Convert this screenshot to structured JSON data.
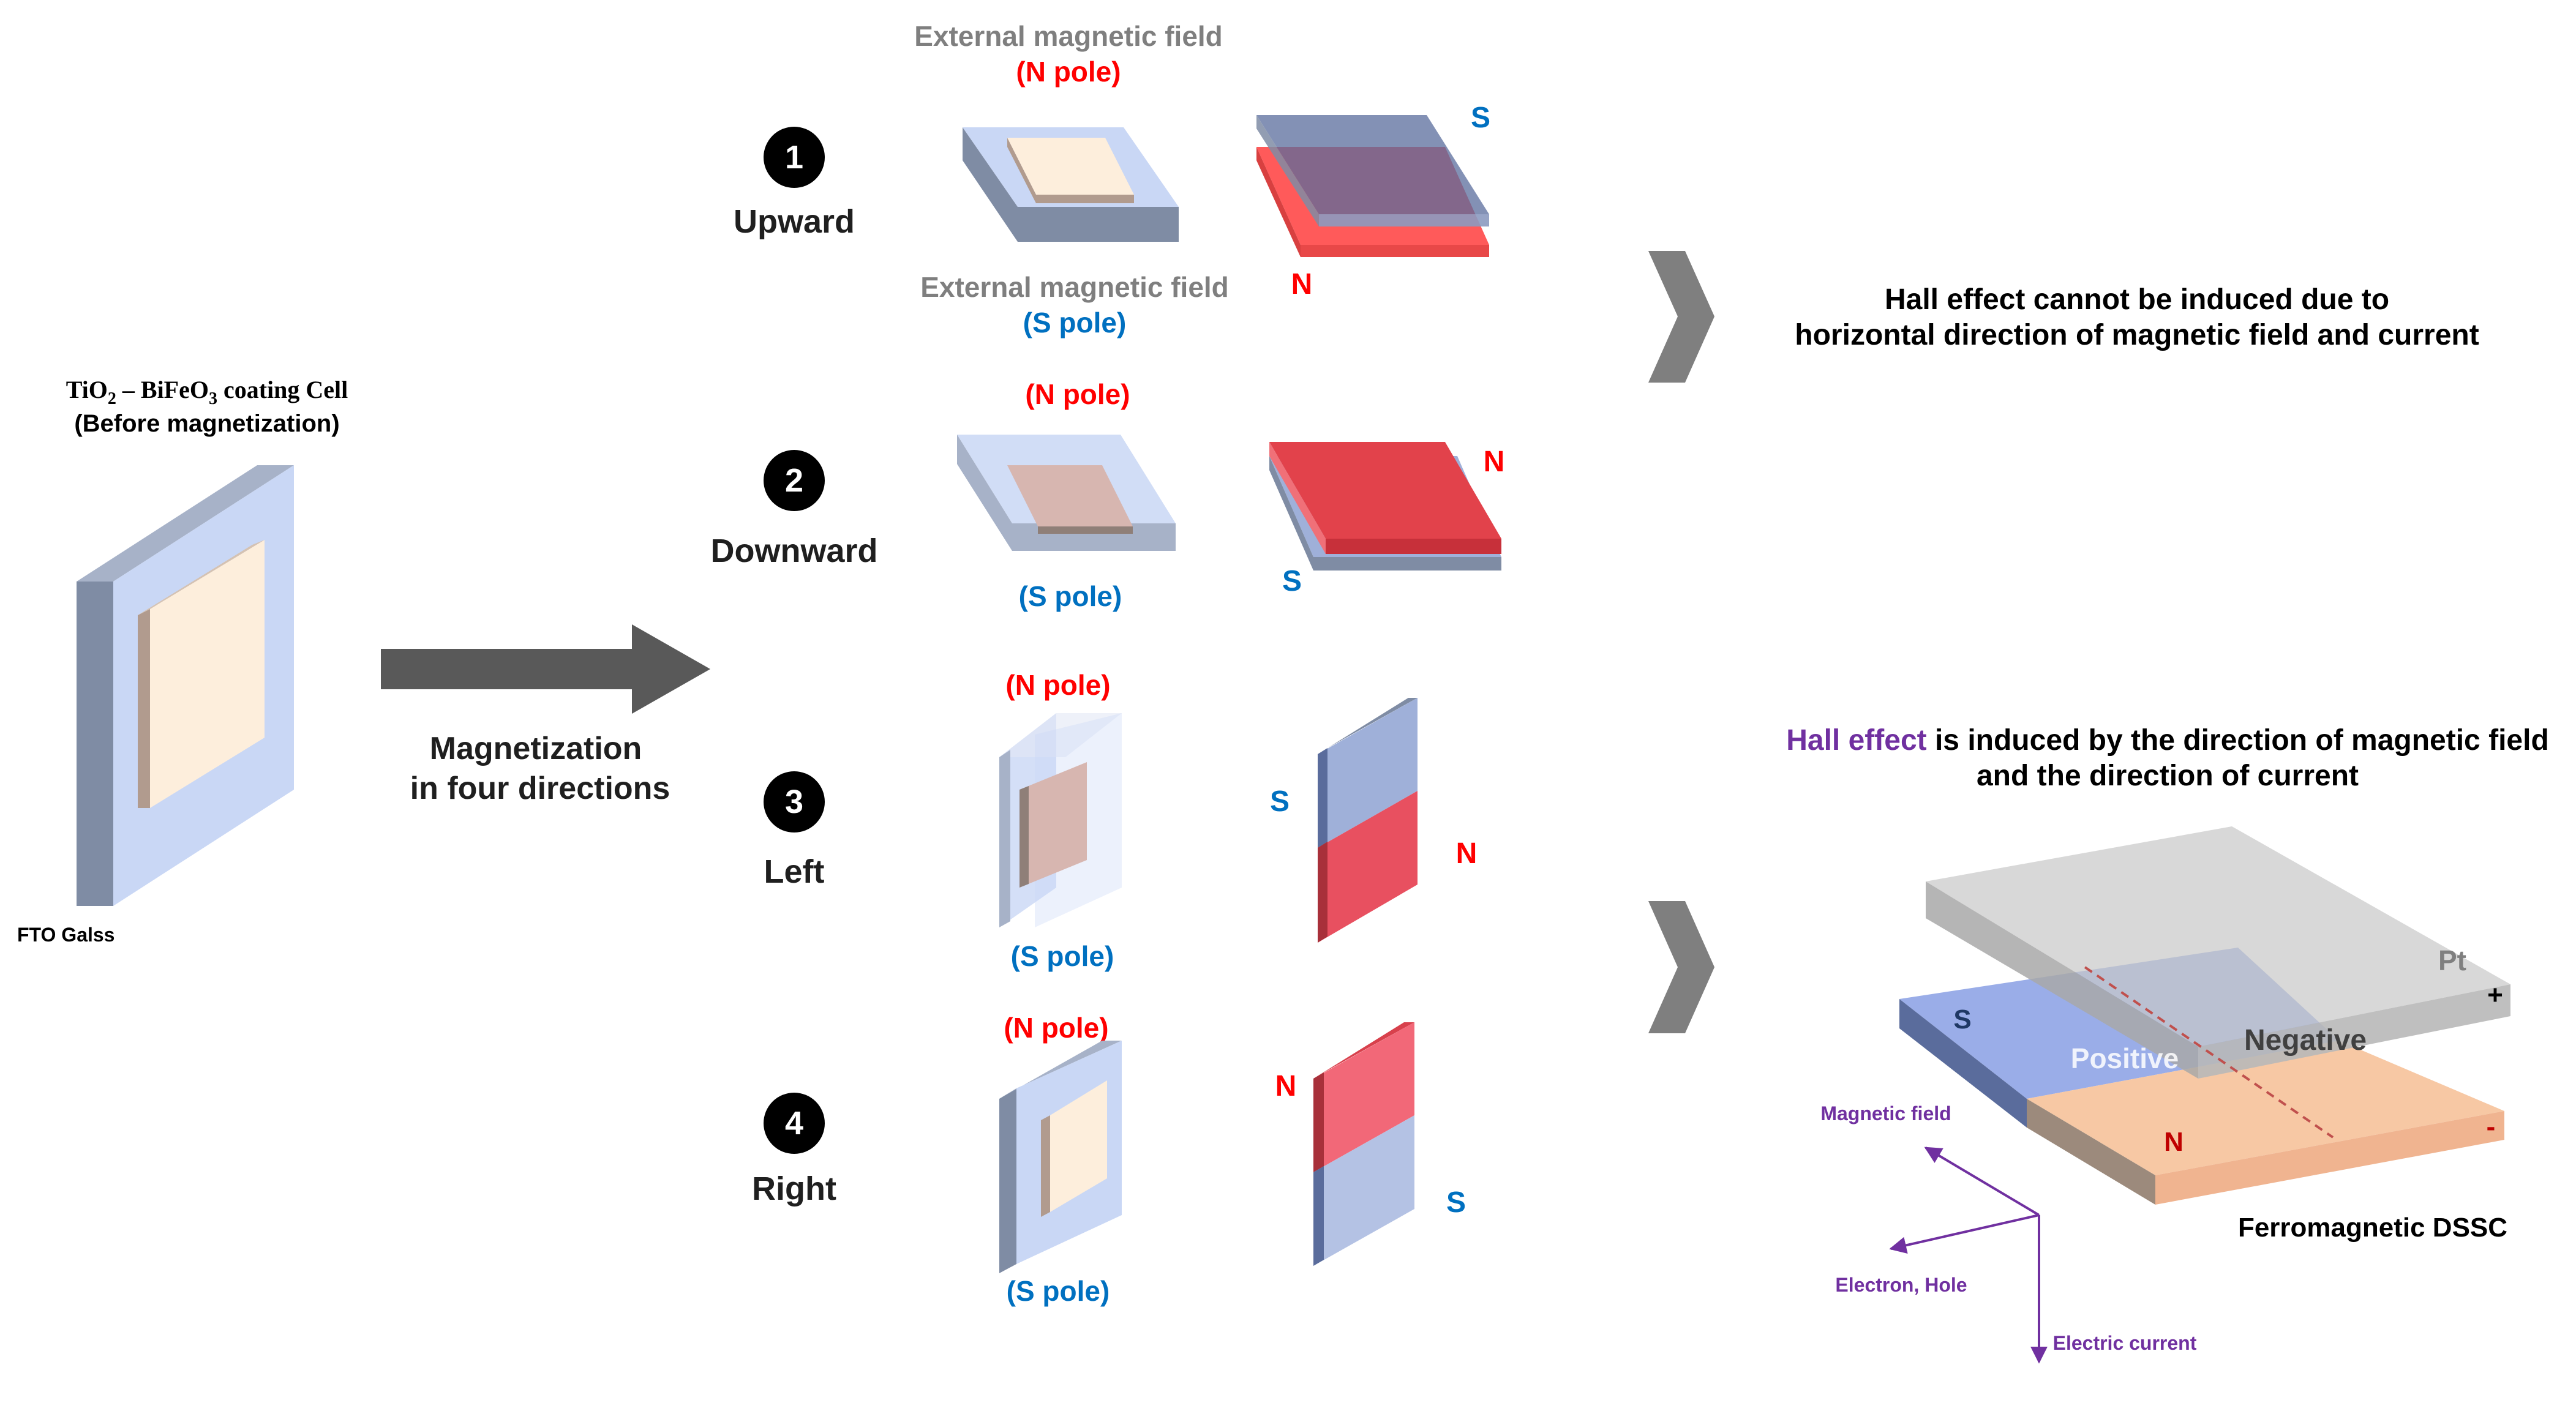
{
  "cell": {
    "title_main": "TiO",
    "title_sub1": "2",
    "title_mid": " – BiFeO",
    "title_sub2": "3",
    "title_end": " coating Cell",
    "subtitle": "(Before magnetization)",
    "substrate_label": "FTO Galss"
  },
  "process": {
    "line1": "Magnetization",
    "line2": "in four directions"
  },
  "directions": [
    {
      "number": "1",
      "label": "Upward"
    },
    {
      "number": "2",
      "label": "Downward"
    },
    {
      "number": "3",
      "label": "Left"
    },
    {
      "number": "4",
      "label": "Right"
    }
  ],
  "field_labels": {
    "external_top": "External magnetic field",
    "external_bottom": "External magnetic field",
    "n_pole": "(N pole)",
    "s_pole": "(S pole)",
    "n": "N",
    "s": "S"
  },
  "results": {
    "no_hall_line1": "Hall effect cannot be induced due to",
    "no_hall_line2": "horizontal direction of magnetic field and current",
    "hall_highlight": "Hall effect",
    "hall_rest": " is induced by the direction of magnetic field",
    "hall_line2": "and the direction of current"
  },
  "dssc": {
    "pt": "Pt",
    "plus": "+",
    "minus": "-",
    "positive": "Positive",
    "negative": "Negative",
    "n": "N",
    "s": "S",
    "name": "Ferromagnetic  DSSC",
    "magnetic_field": "Magnetic field",
    "electron_hole": "Electron, Hole",
    "electric_current": "Electric current"
  },
  "colors": {
    "red": "#ff0000",
    "blue": "#0070c0",
    "gray_text": "#7f7f7f",
    "purple": "#7030a0",
    "glass_face": "#c9d7f5",
    "glass_side": "#7f8ca4",
    "coating": "#fdeedc",
    "magnet_red": "#f0505a",
    "magnet_blue": "#9fb0d9"
  }
}
